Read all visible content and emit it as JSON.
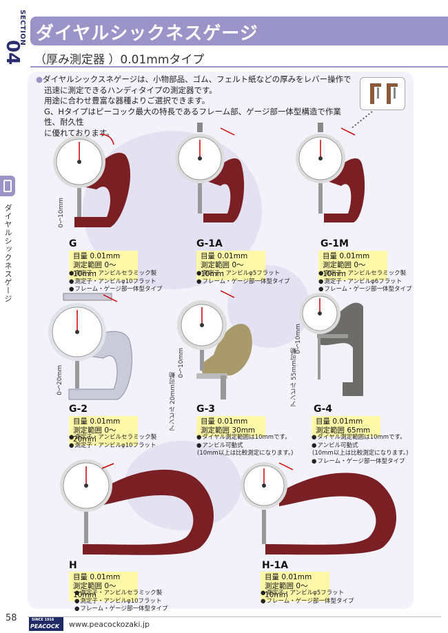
{
  "header": {
    "section_word": "SECTION",
    "section_number": "04",
    "title": "ダイヤルシックネスゲージ",
    "subtitle": "（厚み測定器 ）0.01mmタイプ"
  },
  "side_label": "ダイヤルシックネスゲージ",
  "intro": {
    "line1": "ダイヤルシックスネゲージは、小物部品、ゴム、フェルト紙などの厚みをレバー操作で",
    "line2": "迅速に測定できるハンディタイプの測定器です。",
    "line3": "用途に合わせ豊富な器種よりご選択できます。",
    "line4": "G、Hタイプはピーコック最大の特長であるフレーム部、ゲージ部一体型構造で作業性、耐久性",
    "line5": "に優れております。"
  },
  "products": [
    {
      "model": "G",
      "spec1": "目量 0.01mm",
      "spec2": "測定範囲 0〜10mm",
      "range_label": "0〜10mm",
      "notes": [
        "測定子・アンビルセラミック製",
        "測定子・アンビルφ10フラット",
        "フレーム・ゲージ部一体型タイプ"
      ]
    },
    {
      "model": "G-1A",
      "spec1": "目量 0.01mm",
      "spec2": "測定範囲 0〜10mm",
      "notes": [
        "測定子・アンビルφ5フラット",
        "フレーム・ゲージ部一体型タイプ"
      ]
    },
    {
      "model": "G-1M",
      "spec1": "目量 0.01mm",
      "spec2": "測定範囲 0〜10mm",
      "notes": [
        "測定子・アンビルセラミック製",
        "測定子・アンビルφ6フラット",
        "フレーム・ゲージ部一体型タイプ"
      ]
    },
    {
      "model": "G-2",
      "spec1": "目量 0.01mm",
      "spec2": "測定範囲 0〜20mm",
      "range_label": "0〜20mm",
      "notes": [
        "測定子・アンビルセラミック製",
        "測定子・アンビルφ10フラット"
      ]
    },
    {
      "model": "G-3",
      "spec1": "目量 0.01mm",
      "spec2": "測定範囲 30mm",
      "range_label": "0〜10mm",
      "anvil_label": "アンビル 20mm可動",
      "notes": [
        "ダイヤル測定範囲は10mmです。",
        "アンビル可動式",
        "(10mm以上は比較測定になります。)"
      ]
    },
    {
      "model": "G-4",
      "spec1": "目量 0.01mm",
      "spec2": "測定範囲 65mm",
      "range_label": "0〜10mm",
      "anvil_label": "アンビル 55mm可動",
      "notes": [
        "ダイヤル測定範囲は10mmです。",
        "アンビル可動式",
        "(10mm以上は比較測定になります。)",
        "フレーム・ゲージ部一体型タイプ"
      ]
    },
    {
      "model": "H",
      "spec1": "目量 0.01mm",
      "spec2": "測定範囲 0〜10mm",
      "notes": [
        "測定子・アンビルセラミック製",
        "測定子・アンビルφ10フラット",
        "フレーム・ゲージ部一体型タイプ"
      ]
    },
    {
      "model": "H-1A",
      "spec1": "目量 0.01mm",
      "spec2": "測定範囲 0〜10mm",
      "notes": [
        "測定子・アンビルφ5フラット",
        "フレーム・ゲージ部一体型タイプ"
      ]
    }
  ],
  "footer": {
    "page_number": "58",
    "brand_since": "SINCE 1916",
    "brand_name": "PEACOCK",
    "url": "www.peacockozaki.jp"
  },
  "colors": {
    "accent": "#9b94c9",
    "frame_red": "#7a1f23",
    "frame_silver": "#c9ccd8",
    "frame_gold": "#a89a6a",
    "frame_gray": "#6e6c69",
    "spec_bg": "#fdf8a8"
  }
}
